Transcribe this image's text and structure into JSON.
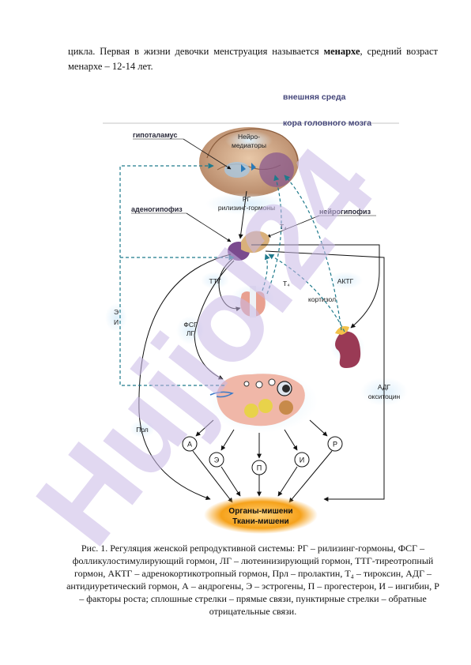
{
  "paragraph": {
    "part1": "цикла. Первая в жизни девочки менструация называется ",
    "bold": "менархе",
    "part2": ", средний возраст менархе – 12-14 лет."
  },
  "diagram": {
    "context_top": "внешняя среда",
    "context_bottom": "кора головного мозга",
    "hypothalamus": "гипоталамус",
    "neuromediators_1": "Нейро-",
    "neuromediators_2": "медиаторы",
    "rg_short": "РГ",
    "rg_full": "рилизинг-гормоны",
    "adenohypophysis": "аденогипофиз",
    "neurohypophysis": "нейрогипофиз",
    "t4_top": "T₄",
    "t4_bottom": "T₄",
    "ttg": "ТТГ",
    "aktg": "АКТГ",
    "cortisol": "кортизол",
    "e_label": "Э",
    "i_label": "И",
    "fsg": "ФСГ",
    "lg": "ЛГ",
    "adg": "АДГ",
    "oxytocin": "окситоцин",
    "prl": "Прл",
    "hormones": [
      "А",
      "Э",
      "П",
      "И",
      "Р"
    ],
    "targets_1": "Органы-мишени",
    "targets_2": "Ткани-мишени",
    "watermark": "Hujiol24"
  },
  "caption": "Рис. 1. Регуляция женской репродуктивной системы: РГ – рилизинг-гормоны, ФСГ – фолликулостимулирующий гормон, ЛГ – лютеинизирующий гормон, ТТГ-тиреотропный гормон, АКТГ – адренокортикотропный гормон, Прл – пролактин, Т₄ – тироксин, АДГ – антидиуретический гормон, А – андрогены, Э – эстрогены, П – прогестерон, И – ингибин, Р – факторы роста; сплошные стрелки – прямые связи, пунктирные стрелки – обратные отрицательные связи.",
  "colors": {
    "feedback_dash": "#1f7a8c",
    "solid_arrow": "#111111",
    "glow": "#cfe7f7",
    "target_fill": "#f6a21b",
    "watermark": "#c9b8e6"
  }
}
